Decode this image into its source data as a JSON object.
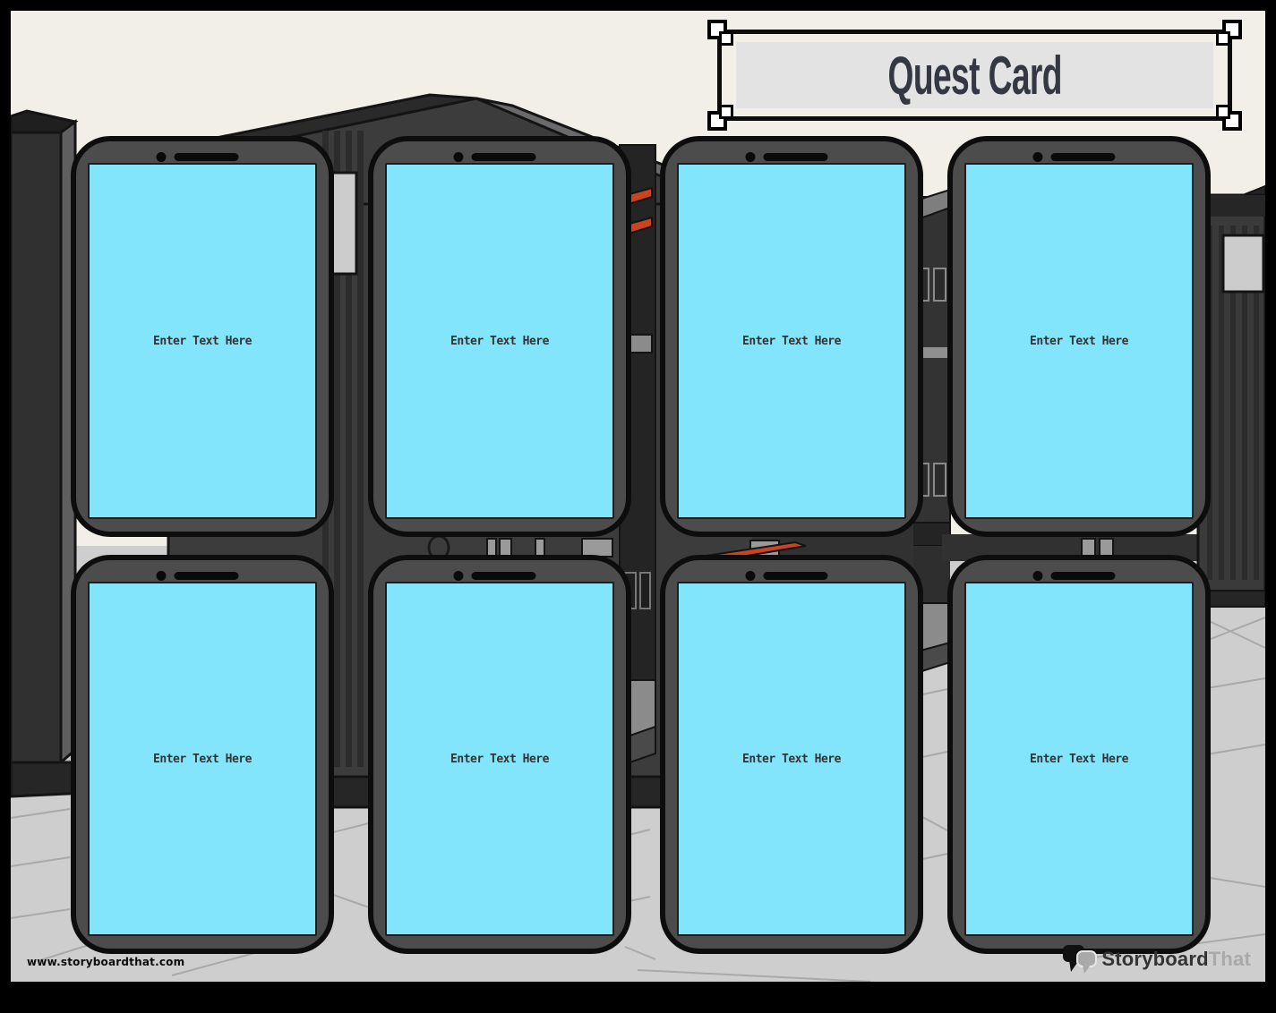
{
  "title_banner": {
    "text": "Quest Card"
  },
  "cards": [
    {
      "text": "Enter Text Here"
    },
    {
      "text": "Enter Text Here"
    },
    {
      "text": "Enter Text Here"
    },
    {
      "text": "Enter Text Here"
    },
    {
      "text": "Enter Text Here"
    },
    {
      "text": "Enter Text Here"
    },
    {
      "text": "Enter Text Here"
    },
    {
      "text": "Enter Text Here"
    }
  ],
  "footer": {
    "website": "www.storyboardthat.com"
  },
  "logo": {
    "brand_dark": "Storyboard",
    "brand_light": "That",
    "icon": "speech-bubbles-icon"
  },
  "colors": {
    "canvas_bg": "#F2EFE8",
    "floor": "#CECECE",
    "floor_line": "#A9A9A9",
    "rack_dark": "#262626",
    "rack_mid": "#3C3C3C",
    "rack_light": "#8B8B8B",
    "label_gray": "#CCCCCC",
    "accent_red": "#C94422",
    "card_body": "#4C4C4C",
    "card_outline": "#0D0D0D",
    "screen_cyan": "#83E5FC",
    "text_dark": "#333333",
    "banner_bg": "#E3E3E3",
    "banner_text": "#343843",
    "logo_dark": "#333333",
    "logo_gray": "#A9A9A9"
  }
}
